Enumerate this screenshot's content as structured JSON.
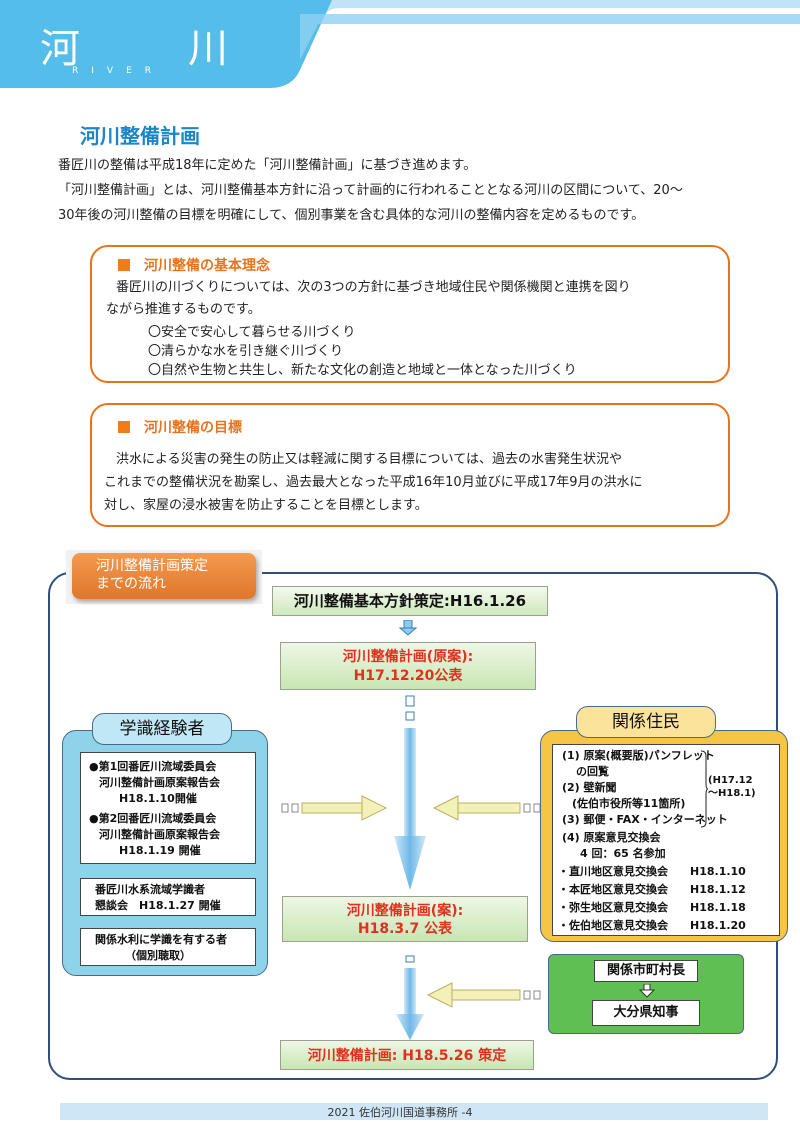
{
  "header": {
    "title": "河　川",
    "subtitle": "RIVER"
  },
  "section_title": "河川整備計画",
  "intro": {
    "line1": "番匠川の整備は平成18年に定めた「河川整備計画」に基づき進めます。",
    "line2": "「河川整備計画」とは、河川整備基本方針に沿って計画的に行われることとなる河川の区間について、20～",
    "line3": "30年後の河川整備の目標を明確にして、個別事業を含む具体的な河川の整備内容を定めるものです。"
  },
  "philosophy": {
    "heading": "河川整備の基本理念",
    "text1": "番匠川の川づくりについては、次の3つの方針に基づき地域住民や関係機関と連携を図り",
    "text2": "ながら推進するものです。",
    "items": [
      "〇安全で安心して暮らせる川づくり",
      "〇清らかな水を引き継ぐ川づくり",
      "〇自然や生物と共生し、新たな文化の創造と地域と一体となった川づくり"
    ]
  },
  "goal": {
    "heading": "河川整備の目標",
    "lines": [
      "洪水による災害の発生の防止又は軽減に関する目標については、過去の水害発生状況や",
      "これまでの整備状況を勘案し、過去最大となった平成16年10月並びに平成17年9月の洪水に",
      "対し、家屋の浸水被害を防止することを目標とします。"
    ]
  },
  "flow": {
    "label_line1": "河川整備計画策定",
    "label_line2": "までの流れ",
    "step1": "河川整備基本方針策定:H16.1.26",
    "step2_line1": "河川整備計画(原案):",
    "step2_line2": "H17.12.20公表",
    "step3_line1": "河川整備計画(案):",
    "step3_line2": "H18.3.7 公表",
    "step4": "河川整備計画:  H18.5.26 策定",
    "experts": {
      "title": "学識経験者",
      "meeting1_title": "●第1回番匠川流域委員会",
      "meeting1_sub1": "河川整備計画原案報告会",
      "meeting1_sub2": "H18.1.10開催",
      "meeting2_title": "●第2回番匠川流域委員会",
      "meeting2_sub1": "河川整備計画原案報告会",
      "meeting2_sub2": "H18.1.19 開催",
      "panel_line1": "番匠川水系流域学識者",
      "panel_line2": "懇談会　H18.1.27 開催",
      "hearing_line1": "関係水利に学識を有する者",
      "hearing_line2": "（個別聴取）"
    },
    "residents": {
      "title": "関係住民",
      "item1_line1": "(1) 原案(概要版)パンフレット",
      "item1_line2": "の回覧",
      "item2_line1": "(2) 壁新聞",
      "item2_line2": "(佐伯市役所等11箇所)",
      "item3": "(3) 郵便・FAX・インターネット",
      "period_line1": "(H17.12",
      "period_line2": "～H18.1)",
      "item4_line1": "(4) 原案意見交換会",
      "item4_line2": "4 回：65 名参加",
      "meetings": [
        {
          "name": "・直川地区意見交換会",
          "date": "H18.1.10"
        },
        {
          "name": "・本匠地区意見交換会",
          "date": "H18.1.12"
        },
        {
          "name": "・弥生地区意見交換会",
          "date": "H18.1.18"
        },
        {
          "name": "・佐伯地区意見交換会",
          "date": "H18.1.20"
        }
      ]
    },
    "municipal": "関係市町村長",
    "governor": "大分県知事"
  },
  "footer": "2021 佐伯河川国道事務所 -4",
  "colors": {
    "accent_blue": "#1a86c7",
    "orange": "#e8731c",
    "header_blue": "#5bbde8",
    "red_text": "#e0301e"
  }
}
